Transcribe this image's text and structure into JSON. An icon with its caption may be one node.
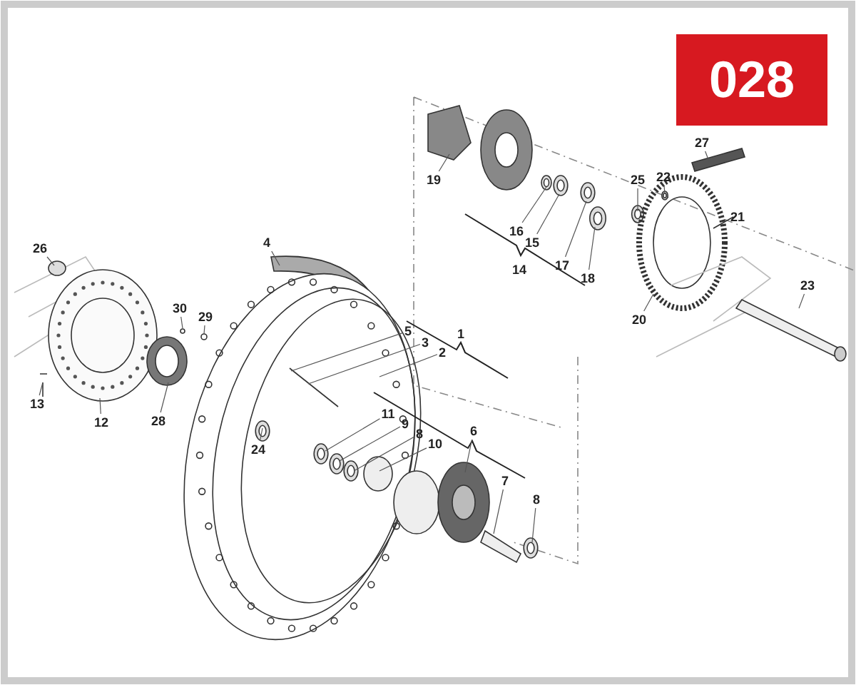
{
  "diagram": {
    "nodes": [
      {
        "text": [
          "27"
        ]
      },
      {
        "text": [
          "22"
        ]
      },
      {
        "text": [
          "25"
        ]
      },
      {
        "text": [
          "19"
        ]
      },
      {
        "text": [
          "21"
        ]
      },
      {
        "text": [
          "16"
        ]
      },
      {
        "text": [
          "15"
        ]
      },
      {
        "text": [
          "17"
        ]
      },
      {
        "text": [
          "18"
        ]
      },
      {
        "text": [
          "26"
        ]
      },
      {
        "text": [
          "4"
        ]
      },
      {
        "text": [
          "20"
        ]
      },
      {
        "text": [
          "23"
        ]
      },
      {
        "text": [
          "30"
        ]
      },
      {
        "text": [
          "29"
        ]
      },
      {
        "text": [
          "5"
        ]
      },
      {
        "text": [
          "3"
        ]
      },
      {
        "text": [
          "2"
        ]
      },
      {
        "text": [
          "13"
        ]
      },
      {
        "text": [
          "12"
        ]
      },
      {
        "text": [
          "28"
        ]
      },
      {
        "text": [
          "24"
        ]
      },
      {
        "text": [
          "11"
        ]
      },
      {
        "text": [
          "9"
        ]
      },
      {
        "text": [
          "8"
        ]
      },
      {
        "text": [
          "10"
        ]
      },
      {
        "text": [
          "6"
        ]
      },
      {
        "text": [
          "7"
        ]
      },
      {
        "text": [
          "8"
        ]
      }
    ],
    "edges": [
      {
        "from": 0,
        "to": null,
        "arrow": "none"
      },
      {
        "from": 1,
        "to": null,
        "arrow": "none"
      },
      {
        "from": 2,
        "to": null,
        "arrow": "none"
      },
      {
        "from": 3,
        "to": null,
        "arrow": "none"
      },
      {
        "from": 4,
        "to": null,
        "arrow": "none"
      },
      {
        "from": 5,
        "to": null,
        "arrow": "none"
      },
      {
        "from": 6,
        "to": null,
        "arrow": "none"
      },
      {
        "from": 7,
        "to": null,
        "arrow": "none"
      },
      {
        "from": 8,
        "to": null,
        "arrow": "none"
      },
      {
        "from": 9,
        "to": null,
        "arrow": "none"
      },
      {
        "from": 10,
        "to": null,
        "arrow": "none"
      },
      {
        "from": 11,
        "to": null,
        "arrow": "none"
      },
      {
        "from": 12,
        "to": null,
        "arrow": "none"
      },
      {
        "from": 13,
        "to": null,
        "arrow": "none"
      },
      {
        "from": 14,
        "to": null,
        "arrow": "none"
      },
      {
        "from": 15,
        "to": null,
        "arrow": "none"
      },
      {
        "from": 16,
        "to": null,
        "arrow": "none"
      },
      {
        "from": 17,
        "to": null,
        "arrow": "none"
      },
      {
        "from": 18,
        "to": null,
        "arrow": "none"
      },
      {
        "from": 19,
        "to": null,
        "arrow": "none"
      },
      {
        "from": 20,
        "to": null,
        "arrow": "none"
      },
      {
        "from": 21,
        "to": null,
        "arrow": "none"
      },
      {
        "from": 22,
        "to": null,
        "arrow": "none"
      },
      {
        "from": 23,
        "to": null,
        "arrow": "none"
      },
      {
        "from": 24,
        "to": null,
        "arrow": "none"
      },
      {
        "from": 25,
        "to": null,
        "arrow": "none"
      },
      {
        "from": 26,
        "to": null,
        "arrow": "none"
      },
      {
        "from": 27,
        "to": null,
        "arrow": "none"
      },
      {
        "from": 28,
        "to": null,
        "arrow": "none"
      }
    ],
    "labels": [
      "028",
      "14",
      "1"
    ]
  }
}
